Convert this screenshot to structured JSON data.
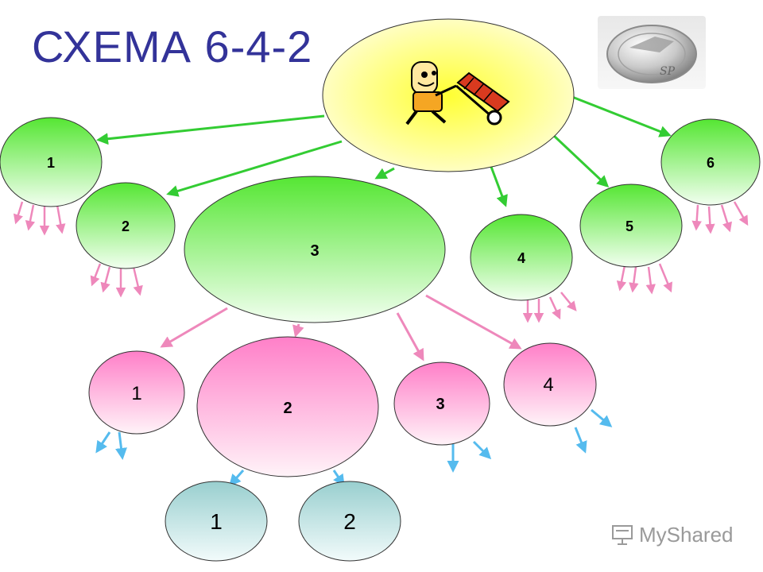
{
  "title": "СХЕМА 6-4-2",
  "badge": {
    "text": "SP"
  },
  "brand": {
    "text": "MyShared"
  },
  "diagram": {
    "level1": [
      "1",
      "2",
      "3",
      "4",
      "5",
      "6"
    ],
    "level2": [
      "1",
      "2",
      "3",
      "4"
    ],
    "level3": [
      "1",
      "2"
    ]
  },
  "colors": {
    "title": "#333399",
    "green_arrow": "#33cc33",
    "pink_arrow": "#ee88bb",
    "blue_arrow": "#55bbee",
    "green_fill": "#66ee44",
    "pink_fill": "#ff88cc",
    "teal_fill": "#aad8d8",
    "yellow_fill": "#ffff66"
  }
}
